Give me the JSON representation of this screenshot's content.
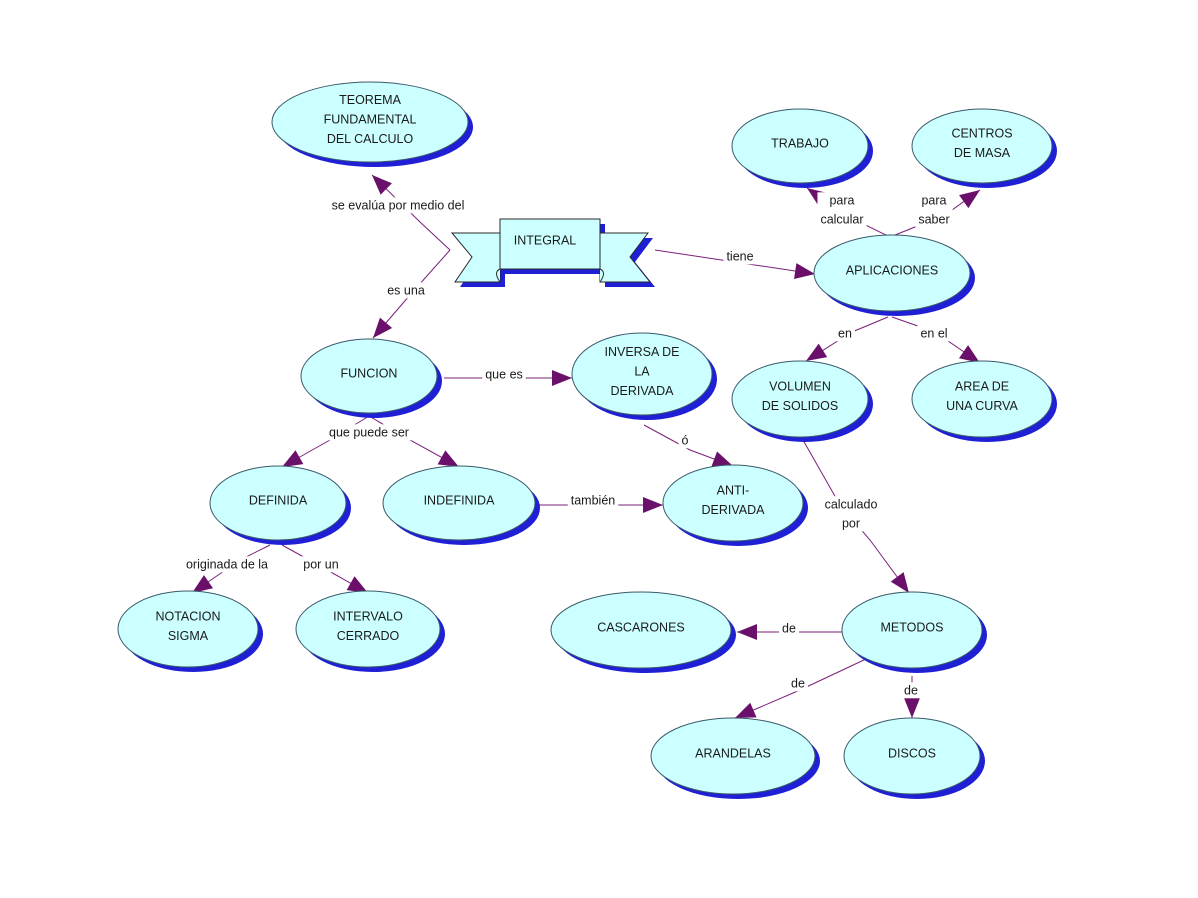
{
  "nodes": [
    {
      "id": "integral",
      "lines": [
        "INTEGRAL"
      ]
    },
    {
      "id": "teorema",
      "lines": [
        "TEOREMA",
        "FUNDAMENTAL",
        "DEL CALCULO"
      ]
    },
    {
      "id": "trabajo",
      "lines": [
        "TRABAJO"
      ]
    },
    {
      "id": "centros",
      "lines": [
        "CENTROS",
        "DE MASA"
      ]
    },
    {
      "id": "aplicaciones",
      "lines": [
        "APLICACIONES"
      ]
    },
    {
      "id": "funcion",
      "lines": [
        "FUNCION"
      ]
    },
    {
      "id": "inversa",
      "lines": [
        "INVERSA DE",
        "LA",
        "DERIVADA"
      ]
    },
    {
      "id": "volumen",
      "lines": [
        "VOLUMEN",
        "DE SOLIDOS"
      ]
    },
    {
      "id": "area",
      "lines": [
        "AREA DE",
        "UNA CURVA"
      ]
    },
    {
      "id": "definida",
      "lines": [
        "DEFINIDA"
      ]
    },
    {
      "id": "indefinida",
      "lines": [
        "INDEFINIDA"
      ]
    },
    {
      "id": "antiderivada",
      "lines": [
        "ANTI-",
        "DERIVADA"
      ]
    },
    {
      "id": "notacion",
      "lines": [
        "NOTACION",
        "SIGMA"
      ]
    },
    {
      "id": "intervalo",
      "lines": [
        "INTERVALO",
        "CERRADO"
      ]
    },
    {
      "id": "cascarones",
      "lines": [
        "CASCARONES"
      ]
    },
    {
      "id": "metodos",
      "lines": [
        "METODOS"
      ]
    },
    {
      "id": "arandelas",
      "lines": [
        "ARANDELAS"
      ]
    },
    {
      "id": "discos",
      "lines": [
        "DISCOS"
      ]
    }
  ],
  "links": [
    {
      "id": "se-evalua",
      "lines": [
        "se evalúa por medio del"
      ]
    },
    {
      "id": "es-una",
      "lines": [
        "es una"
      ]
    },
    {
      "id": "tiene",
      "lines": [
        "tiene"
      ]
    },
    {
      "id": "para-calcular",
      "lines": [
        "para",
        "calcular"
      ]
    },
    {
      "id": "para-saber",
      "lines": [
        "para",
        "saber"
      ]
    },
    {
      "id": "que-es",
      "lines": [
        "que es"
      ]
    },
    {
      "id": "en",
      "lines": [
        "en"
      ]
    },
    {
      "id": "en-el",
      "lines": [
        "en el"
      ]
    },
    {
      "id": "que-puede-ser",
      "lines": [
        "que puede ser"
      ]
    },
    {
      "id": "o",
      "lines": [
        "ó"
      ]
    },
    {
      "id": "tambien",
      "lines": [
        "también"
      ]
    },
    {
      "id": "calculado-por",
      "lines": [
        "calculado",
        "por"
      ]
    },
    {
      "id": "originada",
      "lines": [
        "originada de la"
      ]
    },
    {
      "id": "por-un",
      "lines": [
        "por un"
      ]
    },
    {
      "id": "de-cascarones",
      "lines": [
        "de"
      ]
    },
    {
      "id": "de-arandelas",
      "lines": [
        "de"
      ]
    },
    {
      "id": "de-discos",
      "lines": [
        "de"
      ]
    }
  ],
  "colors": {
    "node_fill": "#ccffff",
    "node_shadow": "#1f1fd6",
    "link_line": "#7a1f7a",
    "arrowhead": "#6a106a"
  }
}
